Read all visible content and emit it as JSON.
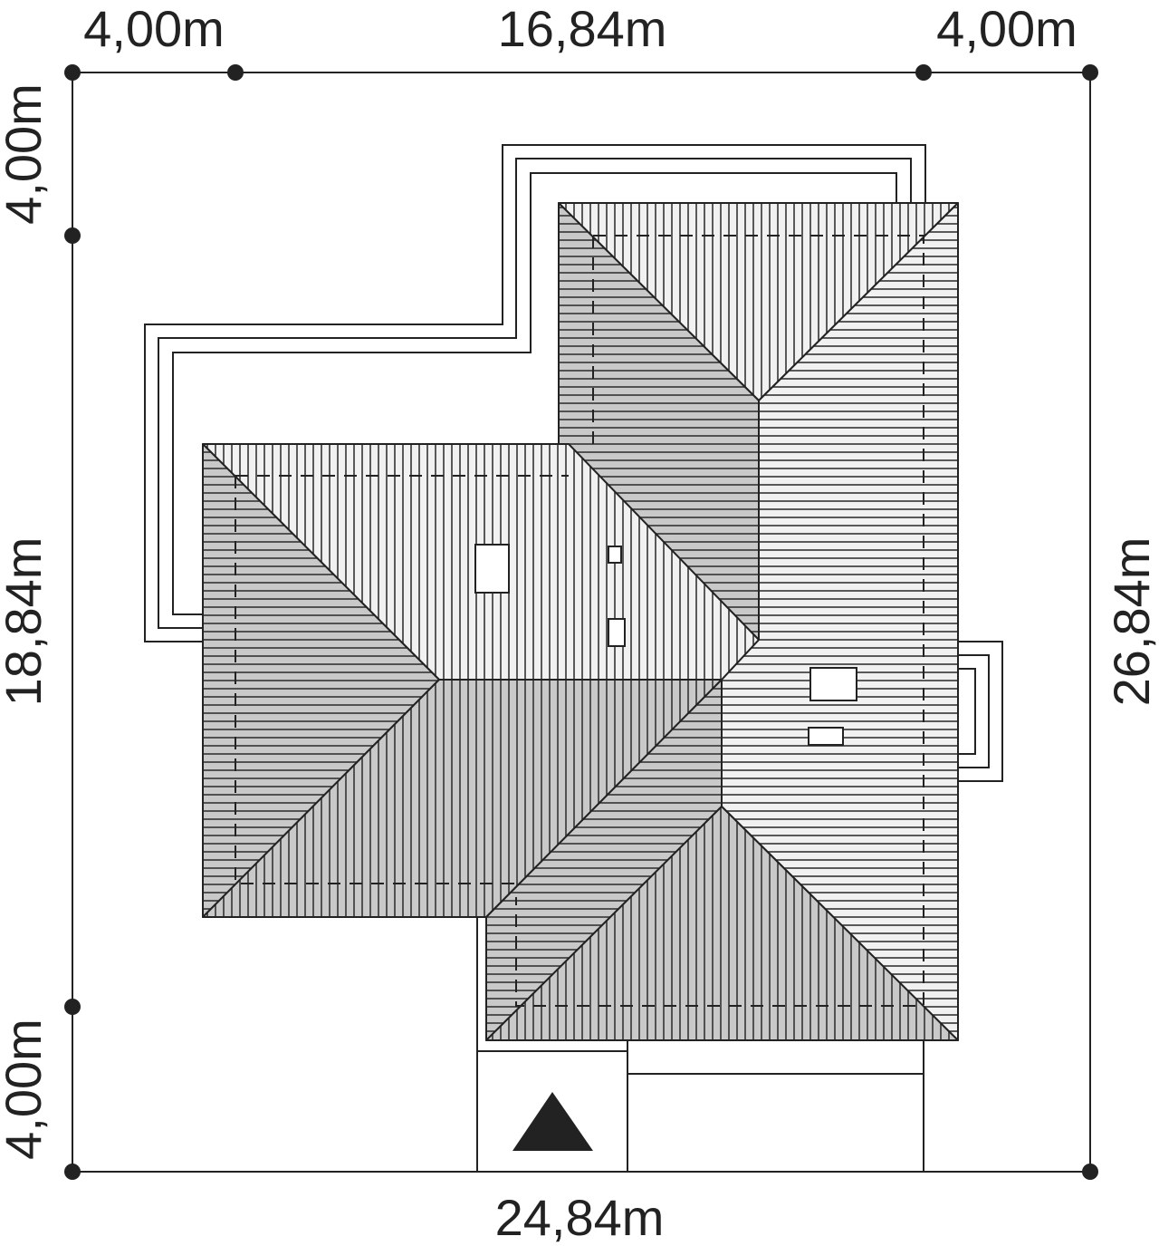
{
  "dimensions": {
    "top_left": "4,00m",
    "top_center": "16,84m",
    "top_right": "4,00m",
    "left_top": "4,00m",
    "left_center": "18,84m",
    "left_bottom": "4,00m",
    "right": "26,84m",
    "bottom": "24,84m"
  },
  "colors": {
    "light_plane": "#f1f1f1",
    "dark_plane": "#c9c9c9",
    "line": "#222222"
  },
  "icons": {
    "entrance": "north-triangle-icon"
  }
}
